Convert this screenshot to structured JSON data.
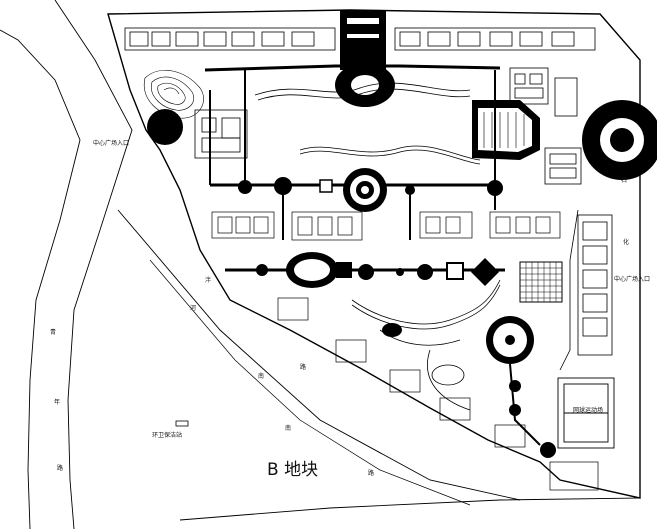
{
  "plot": {
    "block_label": "B 地块",
    "west_road_chars": [
      "青",
      "年",
      "路"
    ],
    "diag_road_chars": [
      "泮",
      "河",
      "南",
      "路",
      "南",
      "路"
    ],
    "east_road_chars": [
      "石",
      "化"
    ],
    "small_labels": {
      "entrance_west": "中心广场入口",
      "entrance_east": "中心广场入口",
      "bus_stop": "环卫保洁站",
      "court": "网球运动场"
    }
  },
  "colors": {
    "ink": "#000000",
    "paper": "#ffffff",
    "road_fill": "#ffffff"
  }
}
